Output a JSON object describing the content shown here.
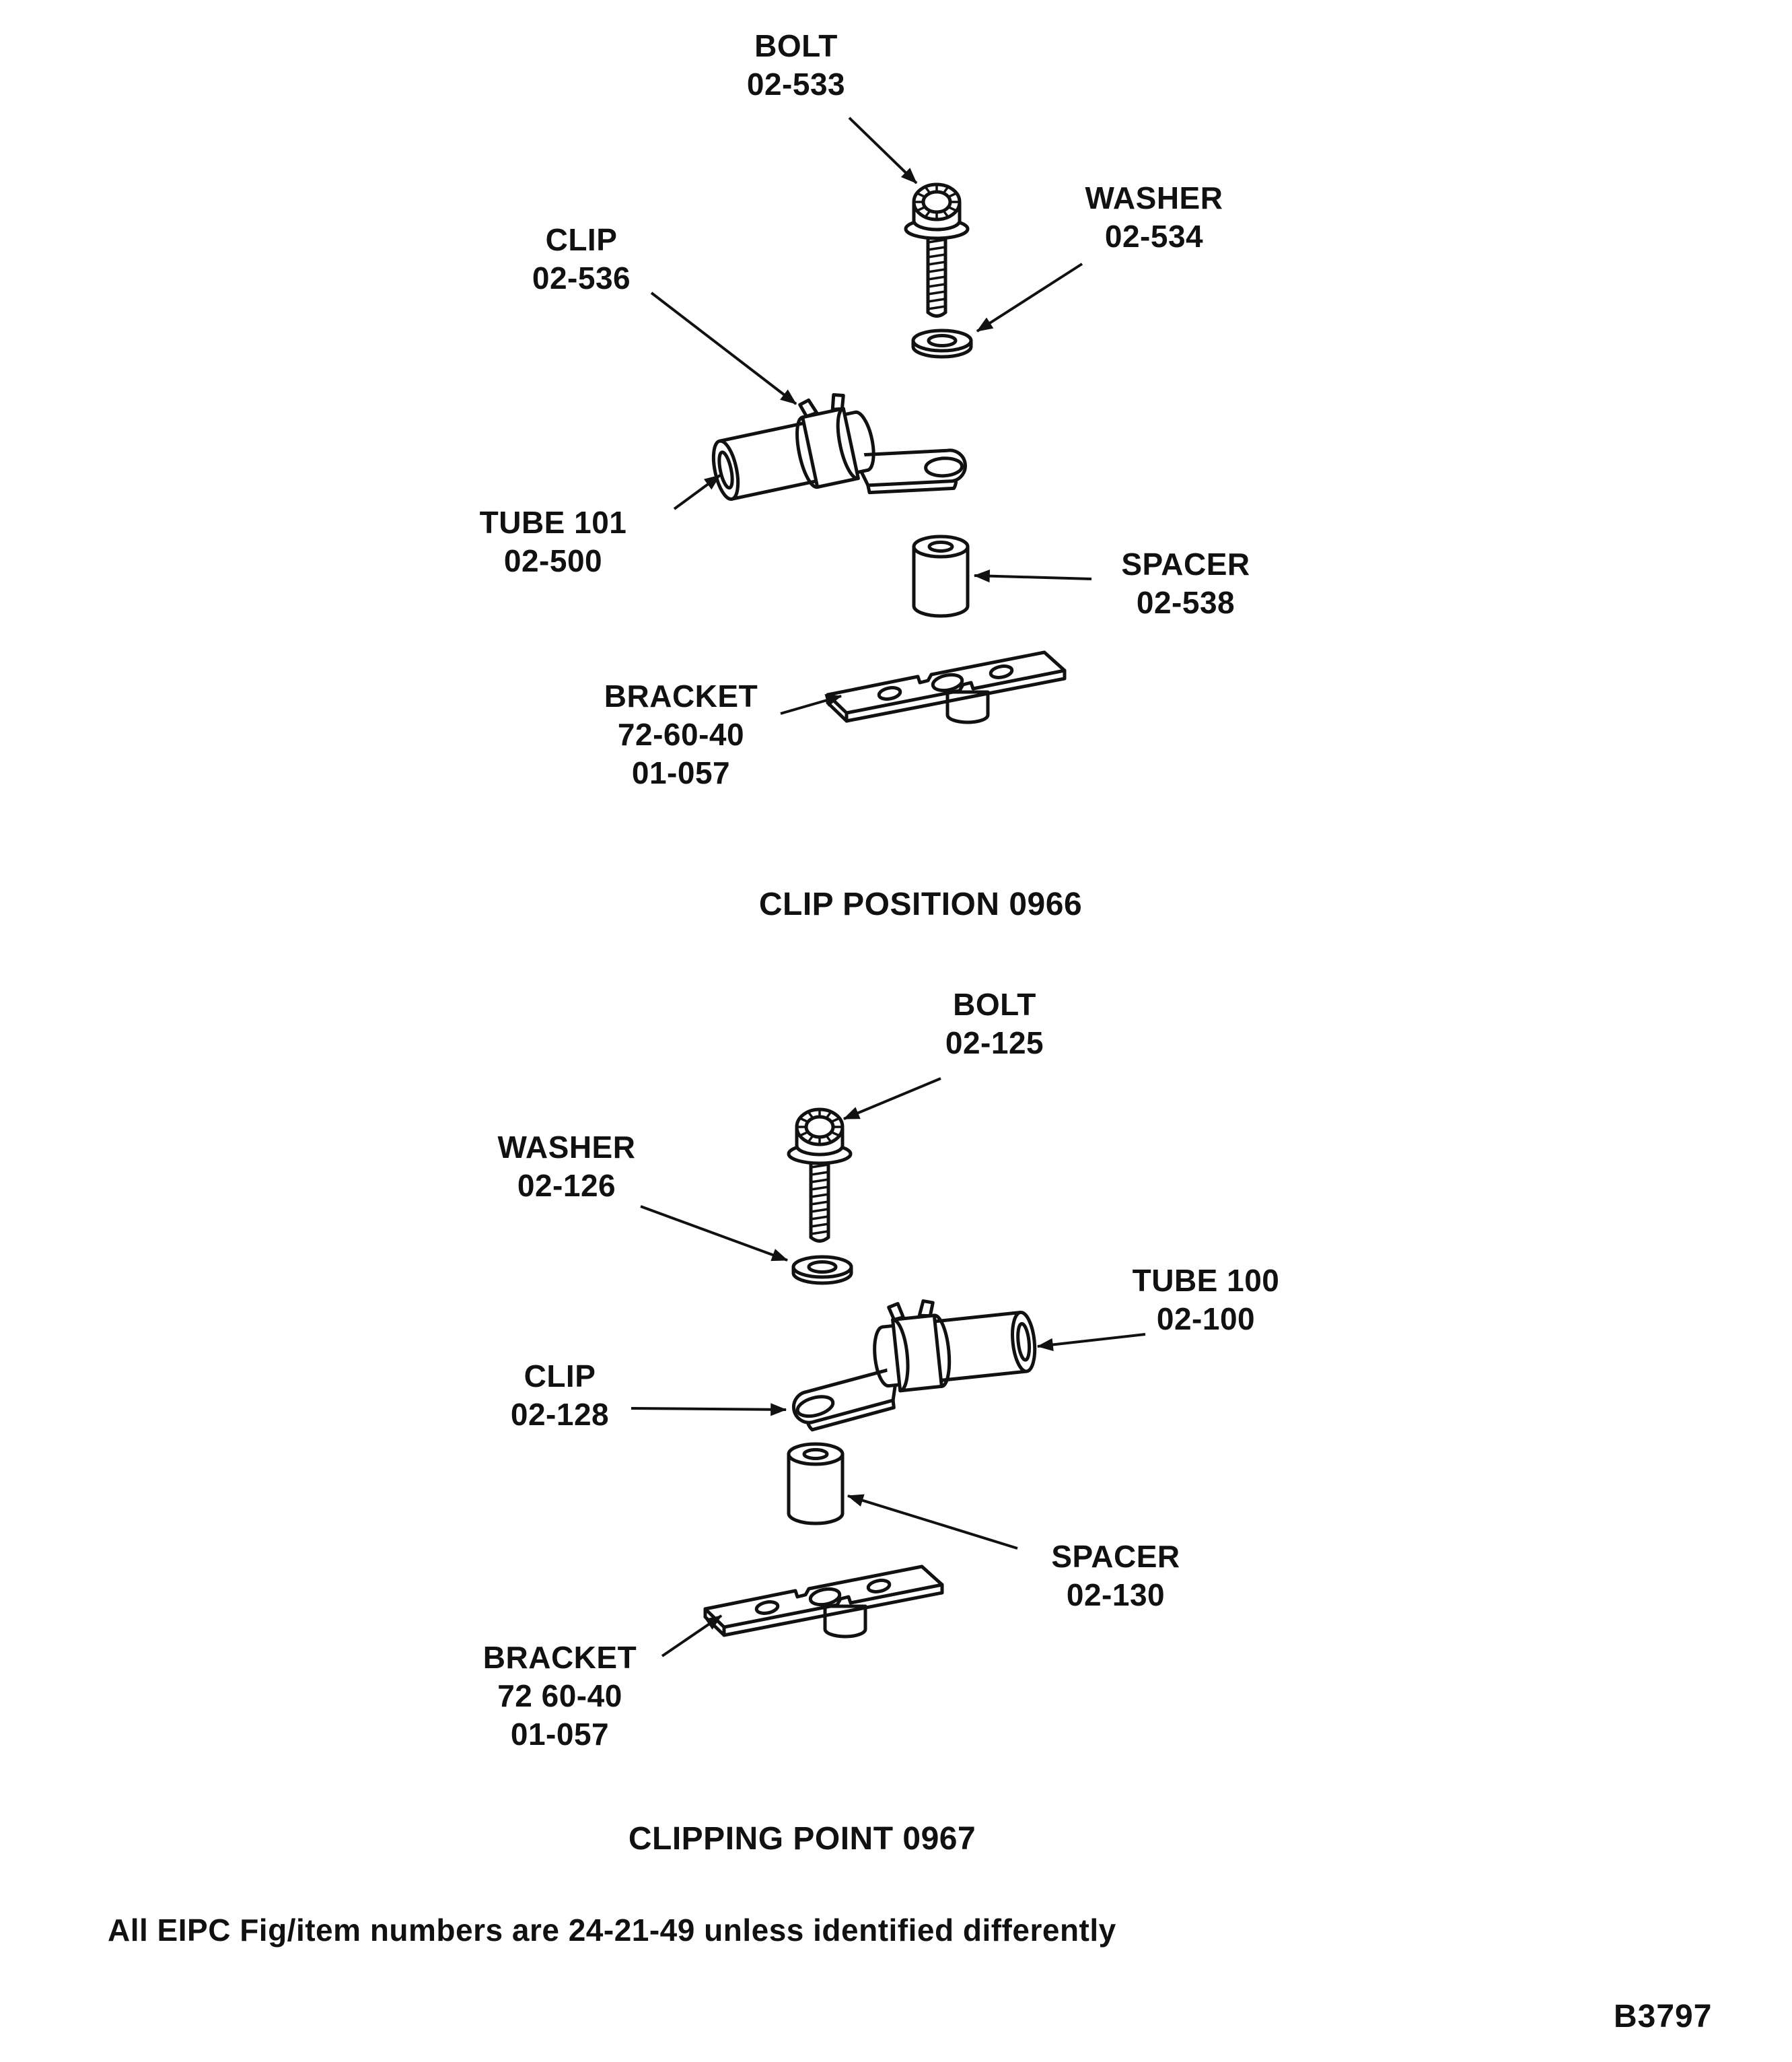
{
  "figure": {
    "footnote": "All EIPC Fig/item numbers are 24-21-49 unless identified differently",
    "code": "B3797"
  },
  "assemblies": [
    {
      "caption": "CLIP POSITION 0966",
      "labels": {
        "bolt": {
          "l1": "BOLT",
          "l2": "02-533"
        },
        "washer": {
          "l1": "WASHER",
          "l2": "02-534"
        },
        "clip": {
          "l1": "CLIP",
          "l2": "02-536"
        },
        "tube": {
          "l1": "TUBE 101",
          "l2": "02-500"
        },
        "spacer": {
          "l1": "SPACER",
          "l2": "02-538"
        },
        "bracket": {
          "l1": "BRACKET",
          "l2": "72-60-40",
          "l3": "01-057"
        }
      }
    },
    {
      "caption": "CLIPPING POINT 0967",
      "labels": {
        "bolt": {
          "l1": "BOLT",
          "l2": "02-125"
        },
        "washer": {
          "l1": "WASHER",
          "l2": "02-126"
        },
        "tube": {
          "l1": "TUBE 100",
          "l2": "02-100"
        },
        "clip": {
          "l1": "CLIP",
          "l2": "02-128"
        },
        "spacer": {
          "l1": "SPACER",
          "l2": "02-130"
        },
        "bracket": {
          "l1": "BRACKET",
          "l2": "72 60-40",
          "l3": "01-057"
        }
      }
    }
  ],
  "colors": {
    "ink": "#111111",
    "paper": "#ffffff"
  }
}
